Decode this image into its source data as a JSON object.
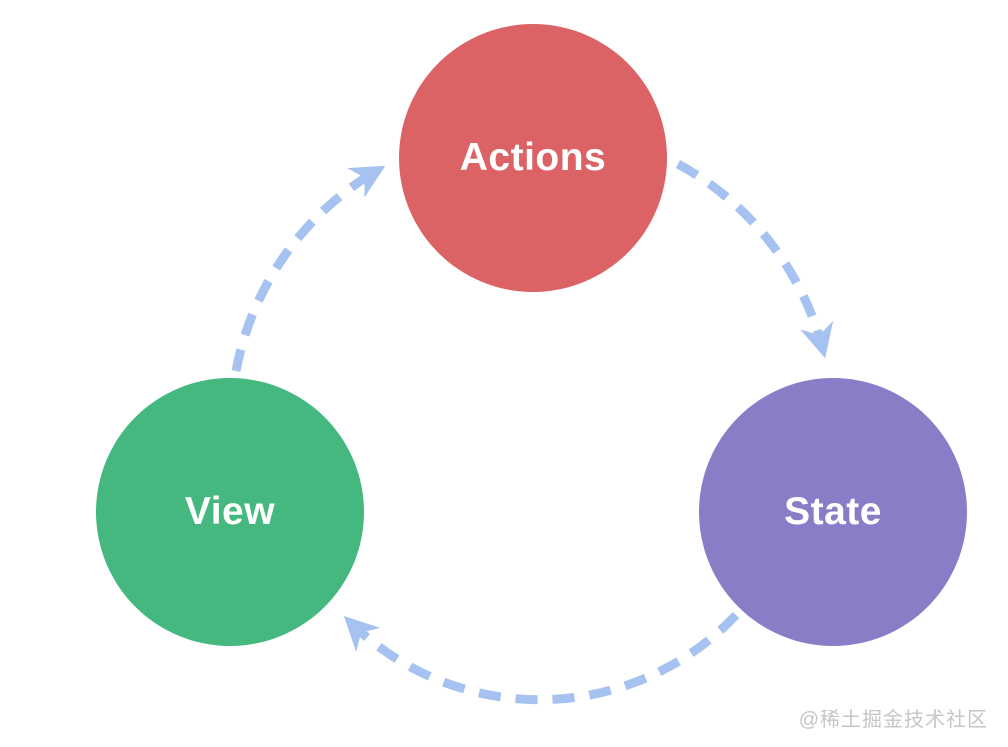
{
  "diagram": {
    "type": "cycle",
    "nodes": {
      "actions": {
        "label": "Actions",
        "color": "#dc6365"
      },
      "state": {
        "label": "State",
        "color": "#8b7cc8"
      },
      "view": {
        "label": "View",
        "color": "#44b87e"
      }
    },
    "edges": [
      {
        "from": "view",
        "to": "actions"
      },
      {
        "from": "actions",
        "to": "state"
      },
      {
        "from": "state",
        "to": "view"
      }
    ],
    "arrow_color": "#a6c2f0",
    "label_color": "#ffffff",
    "background": "#ffffff"
  },
  "watermark": {
    "text": "@稀土掘金技术社区",
    "color": "#c6c6c6"
  }
}
